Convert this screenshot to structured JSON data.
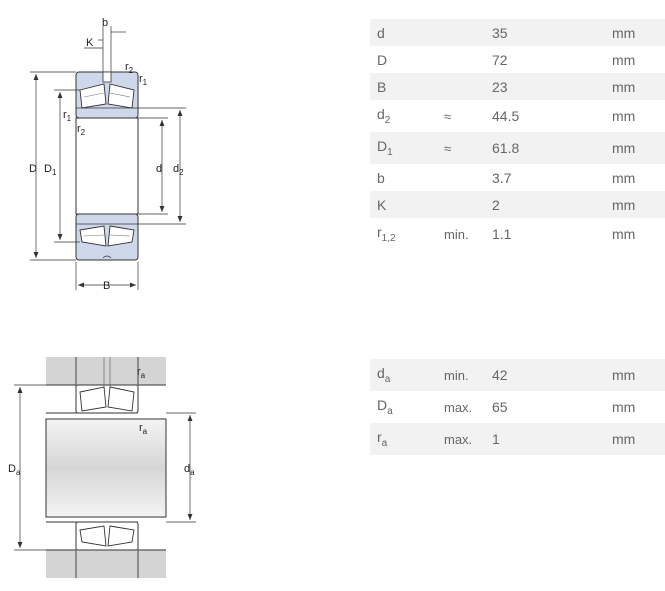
{
  "diagram_top": {
    "labels": {
      "b": "b",
      "K": "K",
      "r2_top": "r2",
      "r1_top": "r1",
      "r1_side": "r1",
      "r2_side": "r2",
      "D": "D",
      "D1": "D1",
      "d": "d",
      "d2": "d2",
      "B": "B"
    }
  },
  "diagram_bottom": {
    "labels": {
      "ra_top": "ra",
      "ra_side": "ra",
      "Da": "Da",
      "da": "da"
    }
  },
  "dimensions_table": [
    {
      "symbol": "d",
      "sub": "",
      "qualifier": "",
      "value": "35",
      "unit": "mm"
    },
    {
      "symbol": "D",
      "sub": "",
      "qualifier": "",
      "value": "72",
      "unit": "mm"
    },
    {
      "symbol": "B",
      "sub": "",
      "qualifier": "",
      "value": "23",
      "unit": "mm"
    },
    {
      "symbol": "d",
      "sub": "2",
      "qualifier": "≈",
      "value": "44.5",
      "unit": "mm"
    },
    {
      "symbol": "D",
      "sub": "1",
      "qualifier": "≈",
      "value": "61.8",
      "unit": "mm"
    },
    {
      "symbol": "b",
      "sub": "",
      "qualifier": "",
      "value": "3.7",
      "unit": "mm"
    },
    {
      "symbol": "K",
      "sub": "",
      "qualifier": "",
      "value": "2",
      "unit": "mm"
    },
    {
      "symbol": "r",
      "sub": "1,2",
      "qualifier": "min.",
      "value": "1.1",
      "unit": "mm"
    }
  ],
  "abutment_table": [
    {
      "symbol": "d",
      "sub": "a",
      "qualifier": "min.",
      "value": "42",
      "unit": "mm"
    },
    {
      "symbol": "D",
      "sub": "a",
      "qualifier": "max.",
      "value": "65",
      "unit": "mm"
    },
    {
      "symbol": "r",
      "sub": "a",
      "qualifier": "max.",
      "value": "1",
      "unit": "mm"
    }
  ]
}
